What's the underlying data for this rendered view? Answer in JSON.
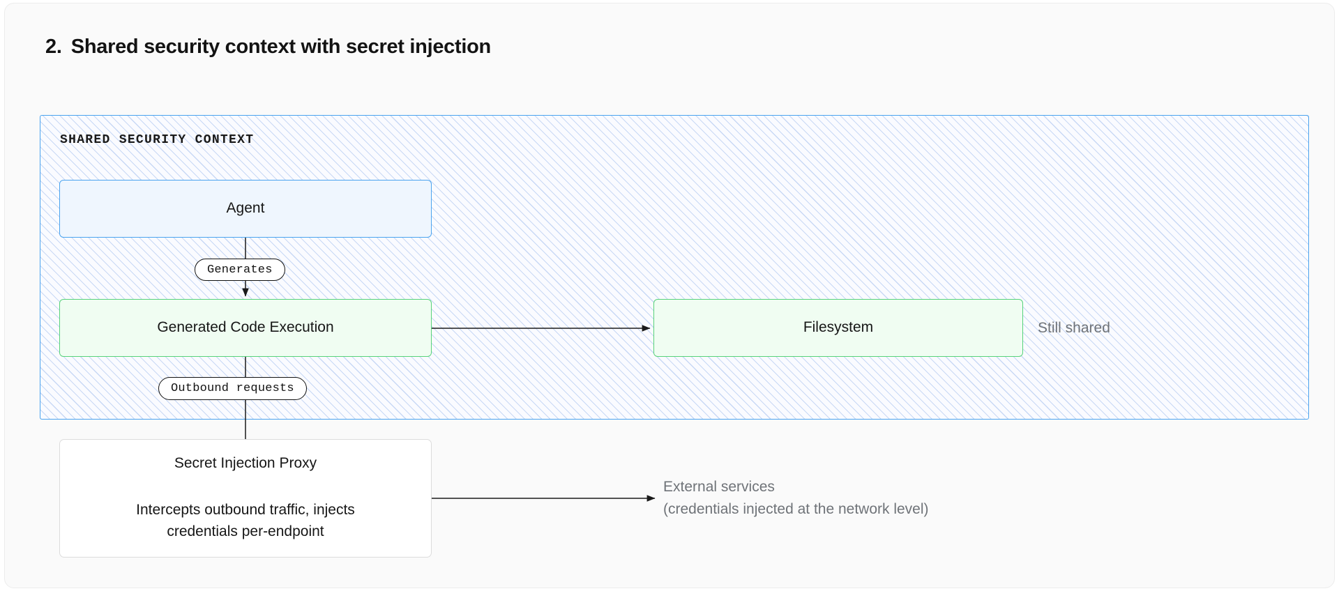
{
  "heading": {
    "number": "2.",
    "text": "Shared security context with secret injection"
  },
  "context": {
    "label": "SHARED SECURITY CONTEXT",
    "border_color": "#4aa3ef",
    "hatch_color": "#c8d8f5"
  },
  "nodes": {
    "agent": {
      "label": "Agent",
      "fill": "#eff6fe",
      "border": "#4aa3ef"
    },
    "execution": {
      "label": "Generated Code Execution",
      "fill": "#f0fdf2",
      "border": "#57d27a"
    },
    "filesystem": {
      "label": "Filesystem",
      "fill": "#f0fdf2",
      "border": "#57d27a"
    },
    "proxy": {
      "title": "Secret Injection Proxy",
      "description": "Intercepts outbound traffic, injects\ncredentials per-endpoint",
      "fill": "#ffffff",
      "border": "#dcdcdc"
    }
  },
  "edges": {
    "generates": "Generates",
    "outbound": "Outbound requests"
  },
  "notes": {
    "still_shared": "Still shared",
    "external": "External services\n(credentials injected at the network level)",
    "note_color": "#6f7378"
  }
}
